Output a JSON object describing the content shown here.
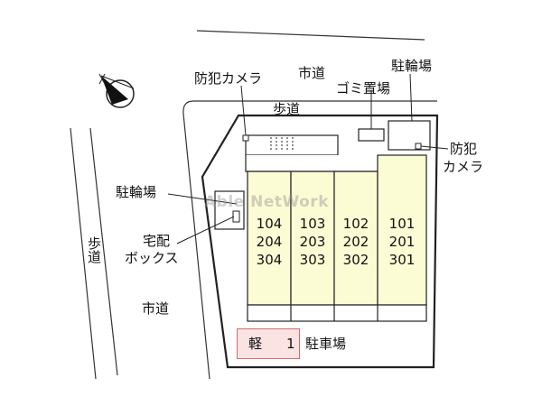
{
  "roads": {
    "city_road_top": "市道",
    "city_road_left": "市道",
    "sidewalk_top": "歩道",
    "sidewalk_left": "歩道"
  },
  "facilities": {
    "security_camera_top": "防犯カメラ",
    "garbage_area": "ゴミ置場",
    "bicycle_parking_right": "駐輪場",
    "security_camera_right_line1": "防犯",
    "security_camera_right_line2": "カメラ",
    "bicycle_parking_left": "駐輪場",
    "delivery_box_line1": "宅配",
    "delivery_box_line2": "ボックス"
  },
  "units": [
    {
      "floor1": "104",
      "floor2": "204",
      "floor3": "304"
    },
    {
      "floor1": "103",
      "floor2": "203",
      "floor3": "303"
    },
    {
      "floor1": "102",
      "floor2": "202",
      "floor3": "302"
    },
    {
      "floor1": "101",
      "floor2": "201",
      "floor3": "301"
    }
  ],
  "parking": {
    "space_type": "軽",
    "space_number": "1",
    "label": "駐車場"
  },
  "watermark": "Able NetWork",
  "colors": {
    "building_fill": "#fbfbd4",
    "parking_fill": "#fbe3e3",
    "parking_border": "#d66a6a",
    "line": "#222222"
  },
  "compass": {
    "north_direction": "north-west"
  }
}
